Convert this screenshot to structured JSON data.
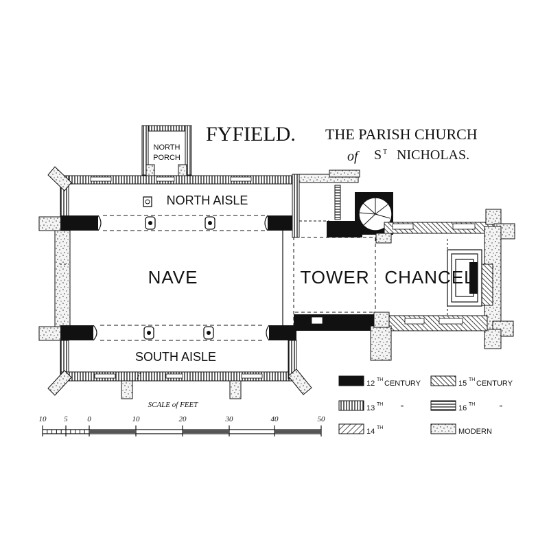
{
  "title": {
    "main": "FYFIELD.",
    "line1": "THE PARISH CHURCH",
    "of": "of",
    "saint": "S",
    "saint_sup": "T",
    "line2": "NICHOLAS."
  },
  "rooms": {
    "north_porch_1": "NORTH",
    "north_porch_2": "PORCH",
    "north_aisle": "NORTH AISLE",
    "nave": "NAVE",
    "tower": "TOWER",
    "chancel": "CHANCEL",
    "south_aisle": "SOUTH AISLE"
  },
  "legend": {
    "c12_num": "12",
    "c12_sup": "TH",
    "c12_word": "CENTURY",
    "c13_num": "13",
    "c13_sup": "TH",
    "c13_ditto": "\"",
    "c14_num": "14",
    "c14_sup": "TH",
    "c15_num": "15",
    "c15_sup": "TH",
    "c15_word": "CENTURY",
    "c16_num": "16",
    "c16_sup": "TH",
    "c16_ditto": "\"",
    "modern": "MODERN"
  },
  "scale": {
    "title": "SCALE  of  FEET",
    "ticks": [
      "10",
      "5",
      "0",
      "10",
      "20",
      "30",
      "40",
      "50"
    ]
  }
}
